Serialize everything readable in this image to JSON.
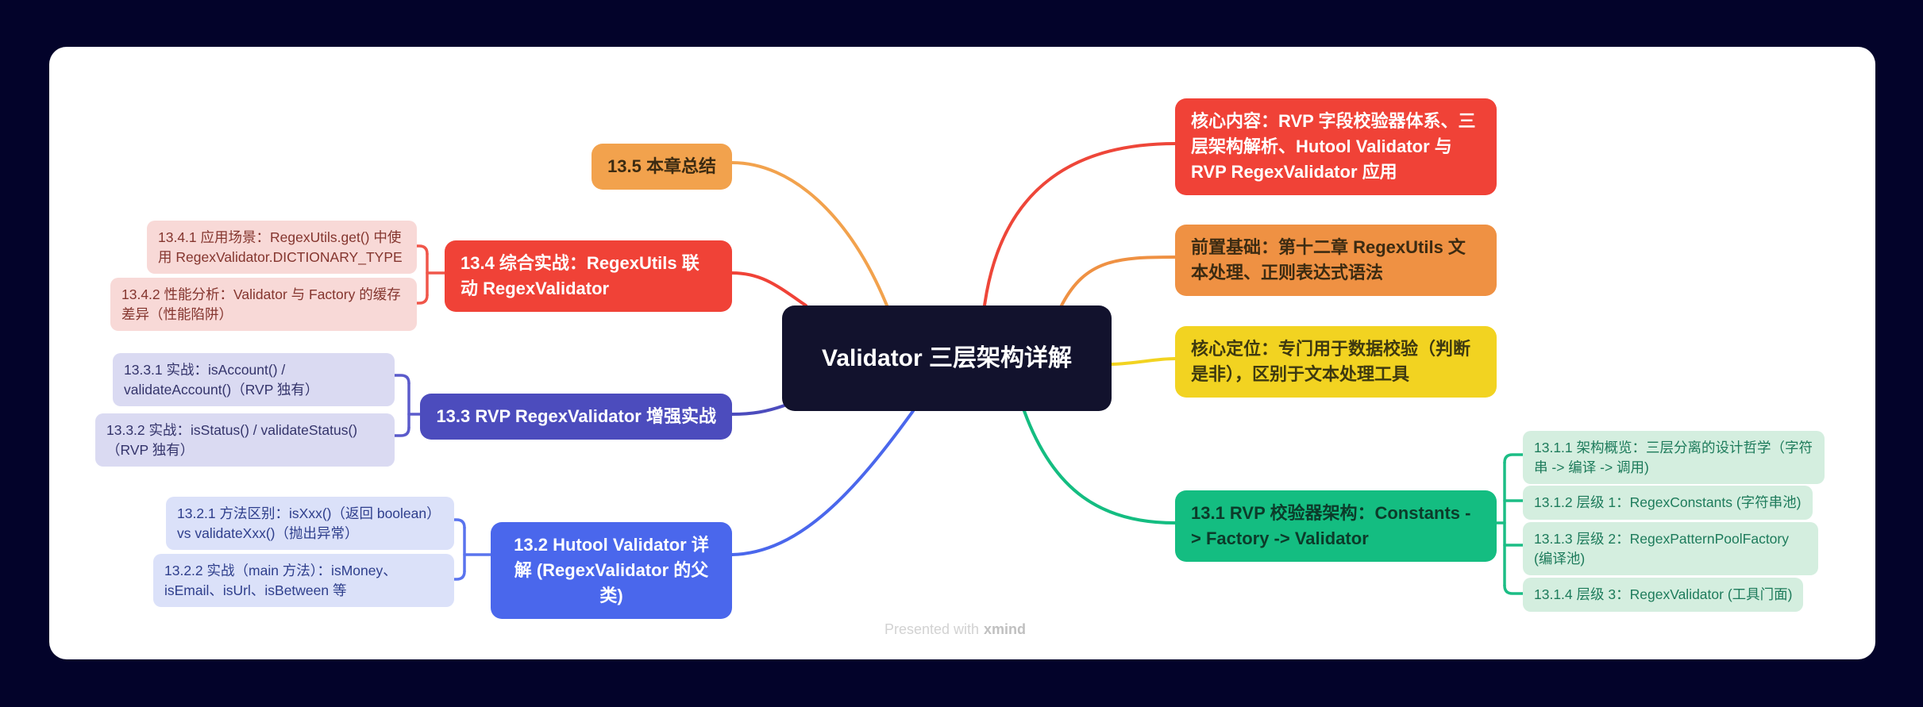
{
  "app": {
    "watermark_prefix": "Presented with",
    "watermark_brand": "xmind"
  },
  "root": {
    "label": "Validator 三层架构详解"
  },
  "branches": {
    "core_content": {
      "label": "核心内容：RVP 字段校验器体系、三层架构解析、Hutool Validator 与 RVP RegexValidator 应用",
      "color": "#f04237"
    },
    "prerequisite": {
      "label": "前置基础：第十二章 RegexUtils 文本处理、正则表达式语法",
      "color": "#ef9143"
    },
    "positioning": {
      "label": "核心定位：专门用于数据校验（判断是非），区别于文本处理工具",
      "color": "#f2d321"
    },
    "s13_1": {
      "label": "13.1 RVP 校验器架构：Constants -> Factory -> Validator",
      "color": "#14bd81",
      "children": [
        {
          "label": "13.1.1 架构概览：三层分离的设计哲学（字符串 -> 编译 -> 调用)"
        },
        {
          "label": "13.1.2 层级 1：RegexConstants (字符串池)"
        },
        {
          "label": "13.1.3 层级 2：RegexPatternPoolFactory (编译池)"
        },
        {
          "label": "13.1.4 层级 3：RegexValidator (工具门面)"
        }
      ]
    },
    "s13_5": {
      "label": "13.5 本章总结",
      "color": "#f2a24d"
    },
    "s13_4": {
      "label": "13.4 综合实战：RegexUtils 联动 RegexValidator",
      "color": "#f04237",
      "children": [
        {
          "label": "13.4.1 应用场景：RegexUtils.get() 中使用 RegexValidator.DICTIONARY_TYPE"
        },
        {
          "label": "13.4.2 性能分析：Validator 与 Factory 的缓存差异（性能陷阱）"
        }
      ]
    },
    "s13_3": {
      "label": "13.3 RVP RegexValidator 增强实战",
      "color": "#4c4cbd",
      "children": [
        {
          "label": "13.3.1 实战：isAccount() / validateAccount()（RVP 独有）"
        },
        {
          "label": "13.3.2 实战：isStatus() / validateStatus()（RVP 独有）"
        }
      ]
    },
    "s13_2": {
      "label": "13.2 Hutool Validator 详解 (RegexValidator 的父类)",
      "color": "#4a67ec",
      "children": [
        {
          "label": "13.2.1 方法区别：isXxx()（返回 boolean）vs validateXxx()（抛出异常）"
        },
        {
          "label": "13.2.2 实战（main 方法）：isMoney、isEmail、isUrl、isBetween 等"
        }
      ]
    }
  }
}
